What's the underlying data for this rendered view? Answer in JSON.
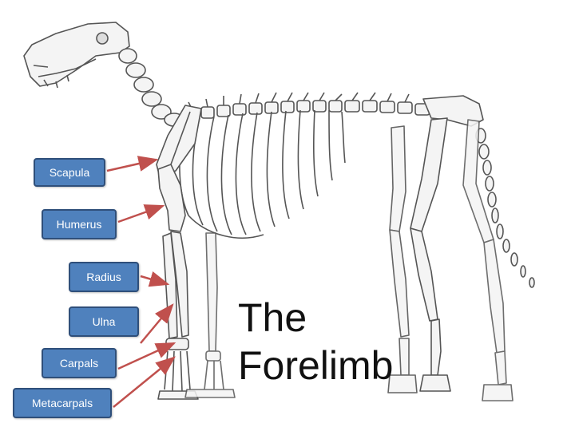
{
  "title": {
    "line1": "The",
    "line2": "Forelimb"
  },
  "labels": {
    "scapula": "Scapula",
    "humerus": "Humerus",
    "radius": "Radius",
    "ulna": "Ulna",
    "carpals": "Carpals",
    "metacarpals": "Metacarpals"
  },
  "colors": {
    "label_fill": "#4f81bd",
    "label_border": "#2f4f7a",
    "label_text": "#ffffff",
    "arrow": "#c0504d",
    "bone_stroke": "#555555",
    "bone_fill": "#f4f4f4"
  },
  "illustration": "dog-skeleton"
}
